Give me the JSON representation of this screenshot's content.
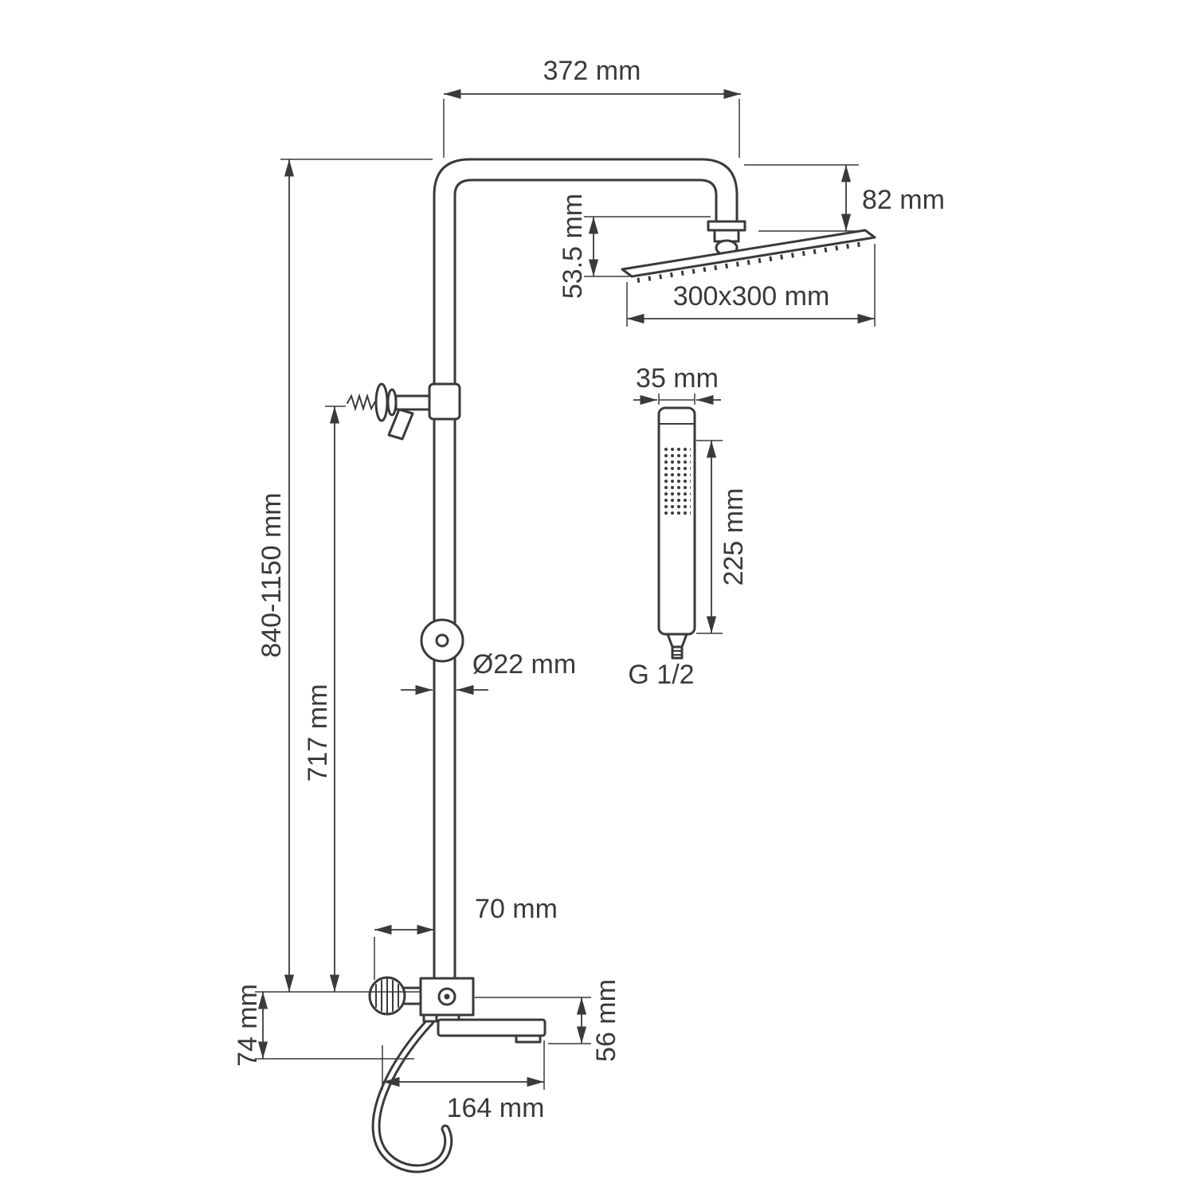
{
  "meta": {
    "ink_color": "#3a3a3a",
    "background_color": "#ffffff"
  },
  "labels": {
    "arm_width": "372 mm",
    "head_drop": "82 mm",
    "head_tilt_height": "53.5 mm",
    "head_size": "300x300 mm",
    "handshower_width": "35 mm",
    "handshower_length": "225 mm",
    "thread": "G 1/2",
    "pipe_diameter": "Ø22 mm",
    "column_height": "840-1150 mm",
    "bracket_height": "717 mm",
    "body_offset": "70 mm",
    "body_height": "74 mm",
    "spout_height": "56 mm",
    "spout_reach": "164 mm"
  }
}
